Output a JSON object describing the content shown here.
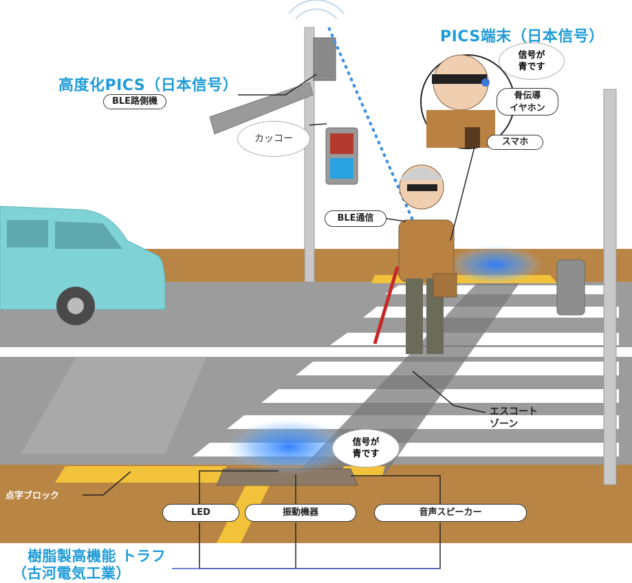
{
  "labels": {
    "advanced_pics": "高度化PICS（日本信号）",
    "ble_roadside": "BLE路側機",
    "pics_terminal": "PICS端末（日本信号）",
    "bubble_top_line1": "信号が",
    "bubble_top_line2": "青です",
    "bone_conduction_line1": "骨伝導",
    "bone_conduction_line2": "イヤホン",
    "smartphone": "スマホ",
    "kakkoo": "カッコー",
    "ble_comm": "BLE通信",
    "escort_line1": "エスコート",
    "escort_line2": "ゾーン",
    "bubble_bottom_line1": "信号が",
    "bubble_bottom_line2": "青です",
    "braille_block": "点字ブロック",
    "led": "LED",
    "vibration": "振動機器",
    "speaker": "音声スピーカー",
    "trough_line1": "樹脂製高機能 トラフ",
    "trough_line2": "（古河電気工業）"
  },
  "colors": {
    "accent_blue": "#1f9bd7",
    "road": "#9c9c9c",
    "sidewalk": "#b98545",
    "braille": "#f2c23a",
    "car": "#7fd3d6"
  }
}
